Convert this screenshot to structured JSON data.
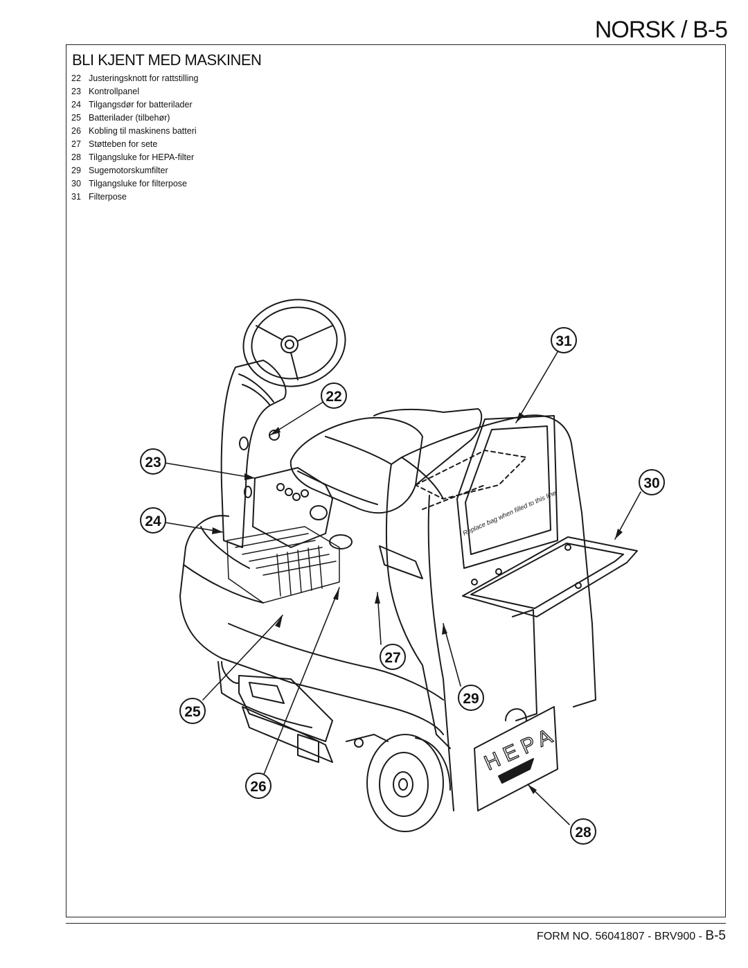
{
  "header": {
    "title": "NORSK / B-5"
  },
  "section": {
    "title": "BLI KJENT MED MASKINEN"
  },
  "parts": [
    {
      "num": "22",
      "label": "Justeringsknott for rattstilling"
    },
    {
      "num": "23",
      "label": "Kontrollpanel"
    },
    {
      "num": "24",
      "label": "Tilgangsdør for batterilader"
    },
    {
      "num": "25",
      "label": "Batterilader (tilbehør)"
    },
    {
      "num": "26",
      "label": "Kobling til maskinens batteri"
    },
    {
      "num": "27",
      "label": "Støtteben for sete"
    },
    {
      "num": "28",
      "label": "Tilgangsluke for HEPA-filter"
    },
    {
      "num": "29",
      "label": "Sugemotorskumfilter"
    },
    {
      "num": "30",
      "label": "Tilgangsluke for filterpose"
    },
    {
      "num": "31",
      "label": "Filterpose"
    }
  ],
  "illustration": {
    "callouts": [
      "22",
      "23",
      "24",
      "25",
      "26",
      "27",
      "28",
      "29",
      "30",
      "31"
    ],
    "decal_text": "Replace bag when filled to this line",
    "hepa_label": "HEPA"
  },
  "footer": {
    "form": "FORM NO. 56041807 - BRV900 - ",
    "page": "B-5"
  }
}
